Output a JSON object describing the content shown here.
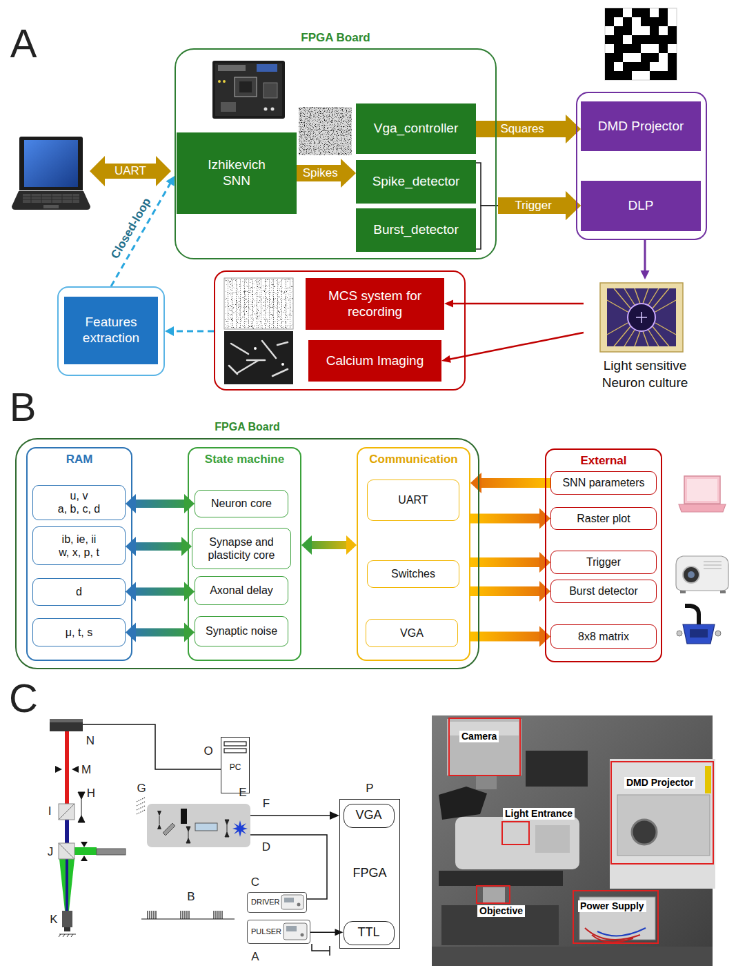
{
  "diagram": {
    "nodes": [
      {
        "text": [
          "FPGA Board"
        ]
      },
      {
        "text": [
          "Izhikevich SNN"
        ],
        "in": 0
      },
      {
        "text": [
          "Vga_controller"
        ],
        "in": 0
      },
      {
        "text": [
          "Spike_detector"
        ],
        "in": 0
      },
      {
        "text": [
          "Burst_detector"
        ],
        "in": 0
      },
      {
        "text": []
      },
      {
        "text": [
          "DMD Projector"
        ],
        "in": 5
      },
      {
        "text": [
          "DLP"
        ],
        "in": 5
      },
      {
        "text": [
          "Light sensitive Neuron culture"
        ]
      },
      {
        "text": []
      },
      {
        "text": [
          "MCS system for recording"
        ],
        "in": 9
      },
      {
        "text": [
          "Calcium Imaging"
        ],
        "in": 9
      },
      {
        "text": [
          "Features extraction"
        ]
      },
      {
        "text": [
          "FPGA Board"
        ]
      },
      {
        "text": [
          "RAM"
        ],
        "in": 13
      },
      {
        "text": [
          "u, v",
          "a, b, c, d"
        ],
        "in": 14
      },
      {
        "text": [
          "ib, ie, ii",
          "w, x, p, t"
        ],
        "in": 14
      },
      {
        "text": [
          "d"
        ],
        "in": 14
      },
      {
        "text": [
          "μ, t, s"
        ],
        "in": 14
      },
      {
        "text": [
          "State machine"
        ],
        "in": 13
      },
      {
        "text": [
          "Neuron core"
        ],
        "in": 19
      },
      {
        "text": [
          "Synapse and plasticity core"
        ],
        "in": 19
      },
      {
        "text": [
          "Axonal delay"
        ],
        "in": 19
      },
      {
        "text": [
          "Synaptic noise"
        ],
        "in": 19
      },
      {
        "text": [
          "Communication"
        ],
        "in": 13
      },
      {
        "text": [
          "UART"
        ],
        "in": 24
      },
      {
        "text": [
          "Switches"
        ],
        "in": 24
      },
      {
        "text": [
          "VGA"
        ],
        "in": 24
      },
      {
        "text": [
          "External"
        ]
      },
      {
        "text": [
          "SNN parameters"
        ],
        "in": 28
      },
      {
        "text": [
          "Raster plot"
        ],
        "in": 28
      },
      {
        "text": [
          "Trigger"
        ],
        "in": 28
      },
      {
        "text": [
          "Burst detector"
        ],
        "in": 28
      },
      {
        "text": [
          "8x8 matrix"
        ],
        "in": 28
      },
      {
        "text": [
          "PC"
        ]
      },
      {
        "text": [
          "DRIVER"
        ]
      },
      {
        "text": [
          "PULSER"
        ]
      },
      {
        "text": [
          "FPGA"
        ]
      },
      {
        "text": [
          "VGA"
        ],
        "in": 37
      },
      {
        "text": [
          "TTL"
        ],
        "in": 37
      },
      {
        "text": [
          "Camera"
        ]
      },
      {
        "text": [
          "Light Entrance"
        ]
      },
      {
        "text": [
          "DMD Projector"
        ]
      },
      {
        "text": [
          "Objective"
        ]
      },
      {
        "text": [
          "Power Supply"
        ]
      }
    ],
    "edges": [
      {
        "from": 1,
        "to": 3,
        "arrow": "to",
        "label": "Spikes"
      },
      {
        "from": 2,
        "to": 6,
        "arrow": "to",
        "label": "Squares"
      },
      {
        "from": 3,
        "to": 7,
        "arrow": "to",
        "label": "Trigger"
      },
      {
        "from": 4,
        "to": 7,
        "arrow": "to"
      },
      {
        "from": 5,
        "to": 8,
        "arrow": "to"
      },
      {
        "from": 8,
        "to": 10,
        "arrow": "to"
      },
      {
        "from": 8,
        "to": 11,
        "arrow": "to"
      },
      {
        "from": 9,
        "to": 12,
        "arrow": "to"
      },
      {
        "from": 12,
        "to": 0,
        "arrow": "to",
        "label": "Closed-loop"
      },
      {
        "from": 15,
        "to": 20,
        "arrow": "both"
      },
      {
        "from": 16,
        "to": 21,
        "arrow": "both"
      },
      {
        "from": 17,
        "to": 22,
        "arrow": "both"
      },
      {
        "from": 18,
        "to": 23,
        "arrow": "both"
      },
      {
        "from": 19,
        "to": 24,
        "arrow": "both"
      },
      {
        "from": 29,
        "to": 24,
        "arrow": "to"
      },
      {
        "from": 24,
        "to": 30,
        "arrow": "to"
      },
      {
        "from": 24,
        "to": 31,
        "arrow": "to"
      },
      {
        "from": 24,
        "to": 32,
        "arrow": "to"
      },
      {
        "from": 24,
        "to": 33,
        "arrow": "to"
      },
      {
        "from": 36,
        "to": 39,
        "arrow": "to"
      }
    ],
    "labels": [
      "A",
      "UART",
      "B",
      "C",
      "N",
      "M",
      "H",
      "I",
      "J",
      "K",
      "O",
      "G",
      "E",
      "F",
      "D",
      "B",
      "C",
      "A",
      "P"
    ]
  }
}
